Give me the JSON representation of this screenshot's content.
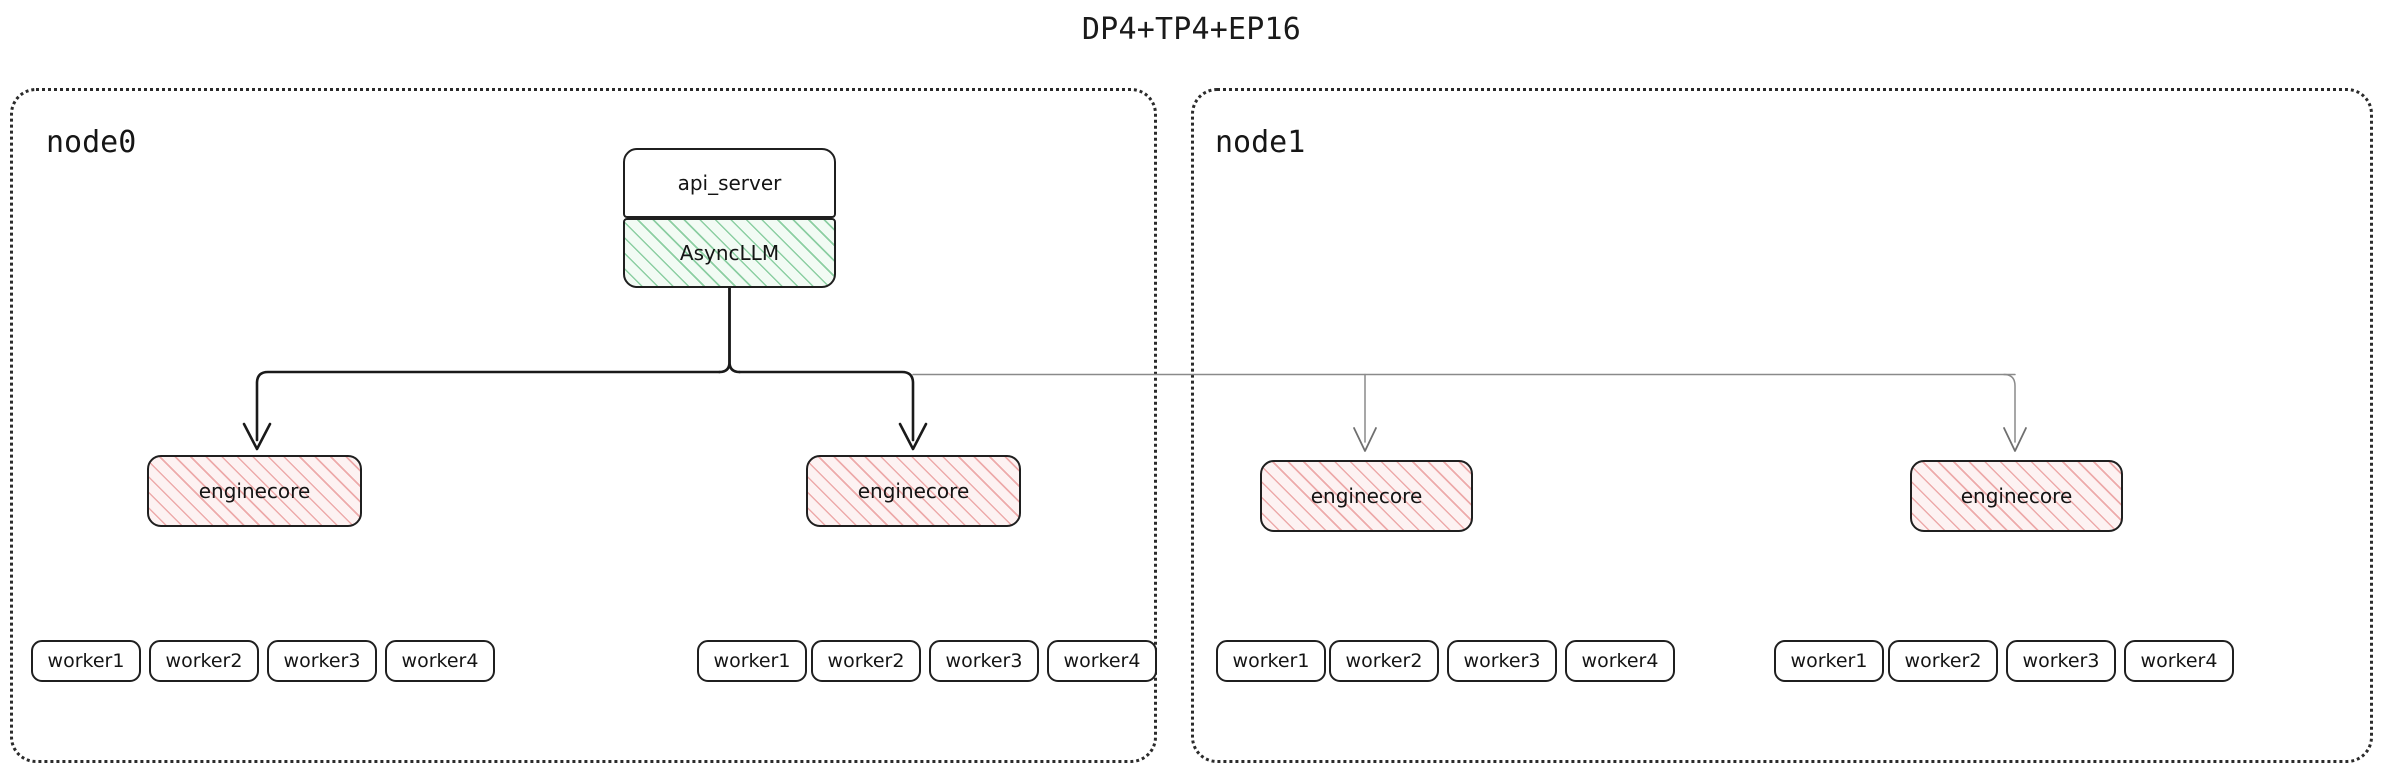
{
  "diagram": {
    "title": "DP4+TP4+EP16",
    "type": "deployment-topology",
    "colors": {
      "stroke": "#1f1f1f",
      "dotted_border": "#2b2b2b",
      "async_llm_hatch": "#38aa5e",
      "enginecore_hatch": "#e27a7a",
      "wire_primary": "#1a1a1a",
      "wire_secondary": "#8a8a8a",
      "background": "#ffffff"
    }
  },
  "nodes": [
    {
      "id": "node0",
      "label": "node0",
      "frontend": {
        "api_server": {
          "label": "api_server",
          "fill": "plain"
        },
        "async_llm": {
          "label": "AsyncLLM",
          "fill": "hatch-green"
        }
      },
      "enginecores": [
        {
          "label": "enginecore",
          "fill": "hatch-pink",
          "workers": [
            {
              "label": "worker1"
            },
            {
              "label": "worker2"
            },
            {
              "label": "worker3"
            },
            {
              "label": "worker4"
            }
          ]
        },
        {
          "label": "enginecore",
          "fill": "hatch-pink",
          "workers": [
            {
              "label": "worker1"
            },
            {
              "label": "worker2"
            },
            {
              "label": "worker3"
            },
            {
              "label": "worker4"
            }
          ]
        }
      ]
    },
    {
      "id": "node1",
      "label": "node1",
      "frontend": null,
      "enginecores": [
        {
          "label": "enginecore",
          "fill": "hatch-pink",
          "workers": [
            {
              "label": "worker1"
            },
            {
              "label": "worker2"
            },
            {
              "label": "worker3"
            },
            {
              "label": "worker4"
            }
          ]
        },
        {
          "label": "enginecore",
          "fill": "hatch-pink",
          "workers": [
            {
              "label": "worker1"
            },
            {
              "label": "worker2"
            },
            {
              "label": "worker3"
            },
            {
              "label": "worker4"
            }
          ]
        }
      ]
    }
  ]
}
